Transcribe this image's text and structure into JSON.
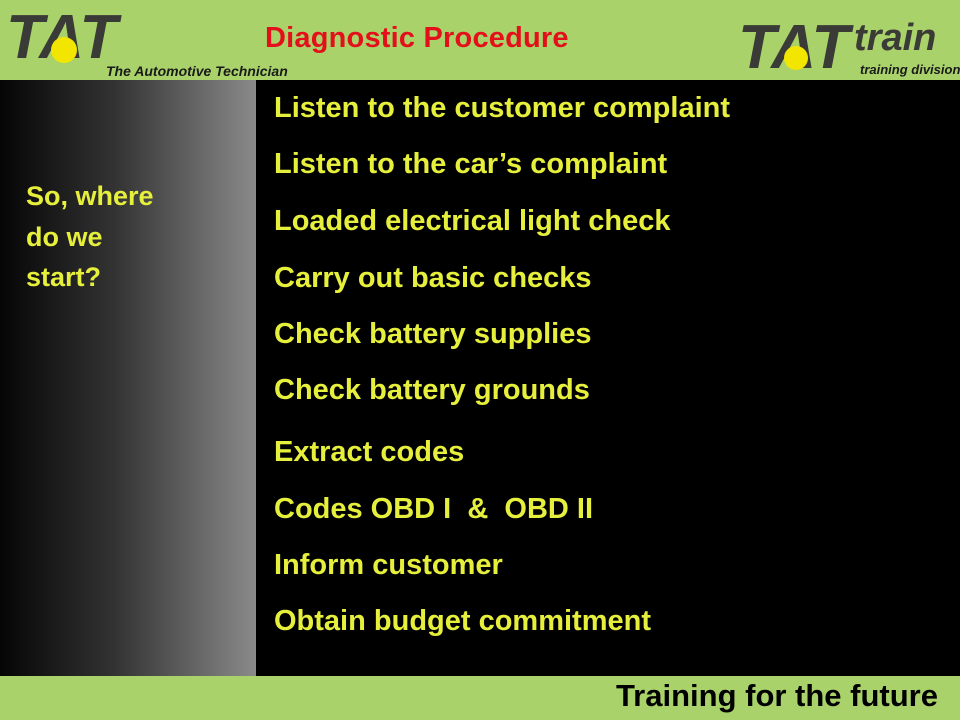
{
  "header": {
    "title": "Diagnostic Procedure",
    "logo_left": {
      "mark": "TAT",
      "caption": "The Automotive Technician"
    },
    "logo_right": {
      "mark": "TAT",
      "word": "train",
      "caption": "training division"
    }
  },
  "sidebar": {
    "question": "So, where\ndo we\nstart?"
  },
  "steps": [
    "Listen to the customer complaint",
    "Listen to the car’s complaint",
    "Loaded electrical light check",
    "Carry out basic checks",
    "Check battery supplies",
    "Check battery grounds",
    "Extract codes",
    "Codes OBD I  &  OBD II",
    "Inform customer",
    "Obtain budget commitment"
  ],
  "footer": {
    "tagline": "Training for the future"
  },
  "colors": {
    "accent_band": "#a9d36a",
    "text_yellow": "#e6ef3b",
    "title_red": "#e3101b",
    "background": "#000000"
  }
}
